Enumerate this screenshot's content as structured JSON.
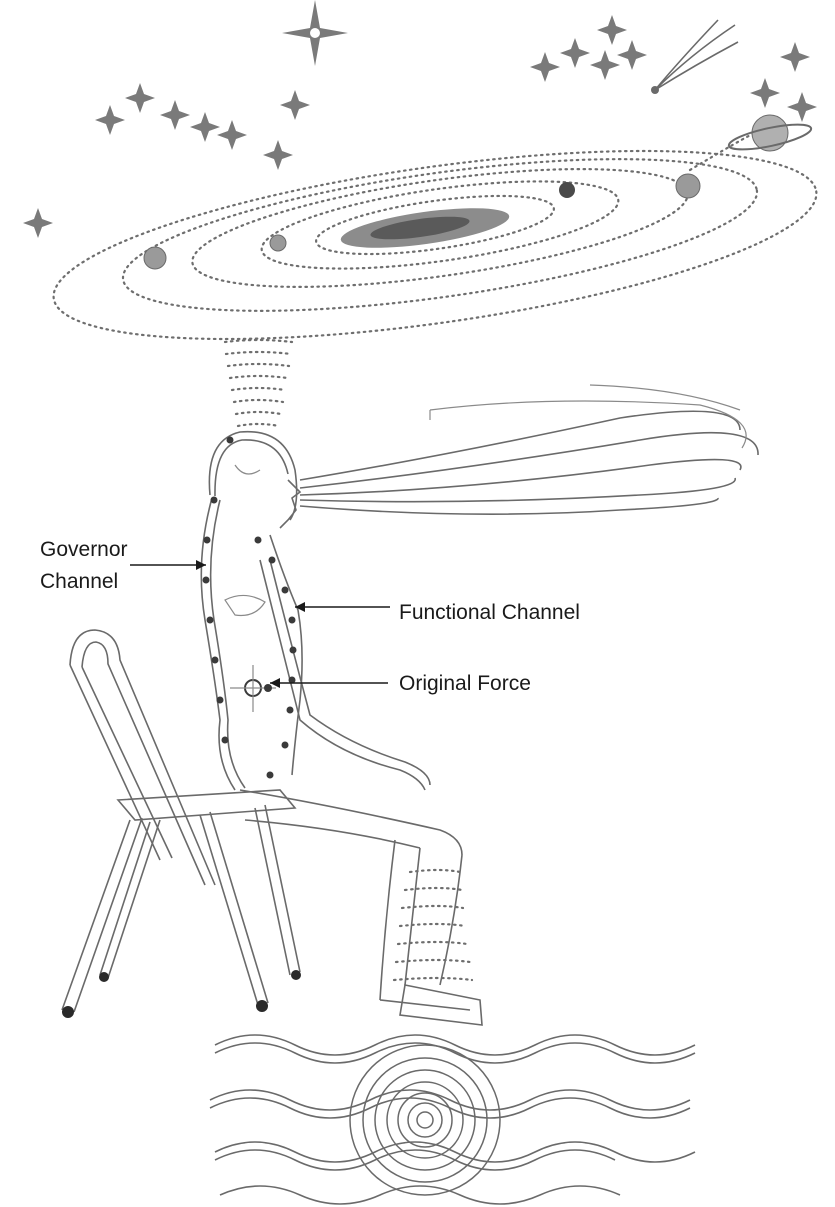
{
  "labels": {
    "governor_line1": "Governor",
    "governor_line2": "Channel",
    "functional": "Functional Channel",
    "original_force": "Original Force"
  },
  "colors": {
    "ink": "#1a1a1a",
    "drawing": "#6a6a6a",
    "background": "#ffffff"
  }
}
